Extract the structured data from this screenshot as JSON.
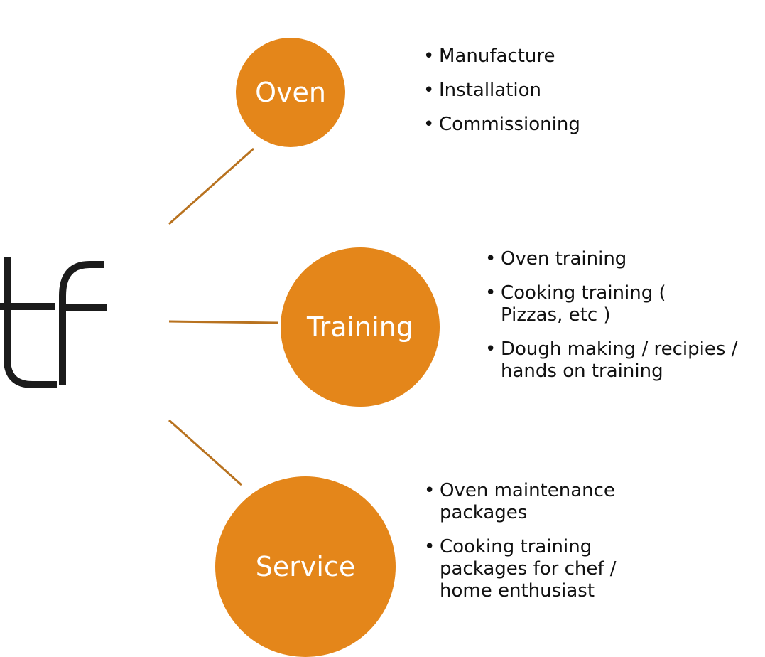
{
  "colors": {
    "node_fill": "#E4861A",
    "connector": "#B8721F",
    "logo": "#1b1b1b"
  },
  "logo": {
    "text": "tf"
  },
  "nodes": [
    {
      "label": "Oven",
      "bullets": [
        "Manufacture",
        "Installation",
        "Commissioning"
      ]
    },
    {
      "label": "Training",
      "bullets": [
        "Oven training",
        "Cooking training ( Pizzas, etc )",
        "Dough making / recipies / hands on training"
      ]
    },
    {
      "label": "Service",
      "bullets": [
        "Oven maintenance packages",
        "Cooking training packages for chef / home enthusiast"
      ]
    }
  ]
}
